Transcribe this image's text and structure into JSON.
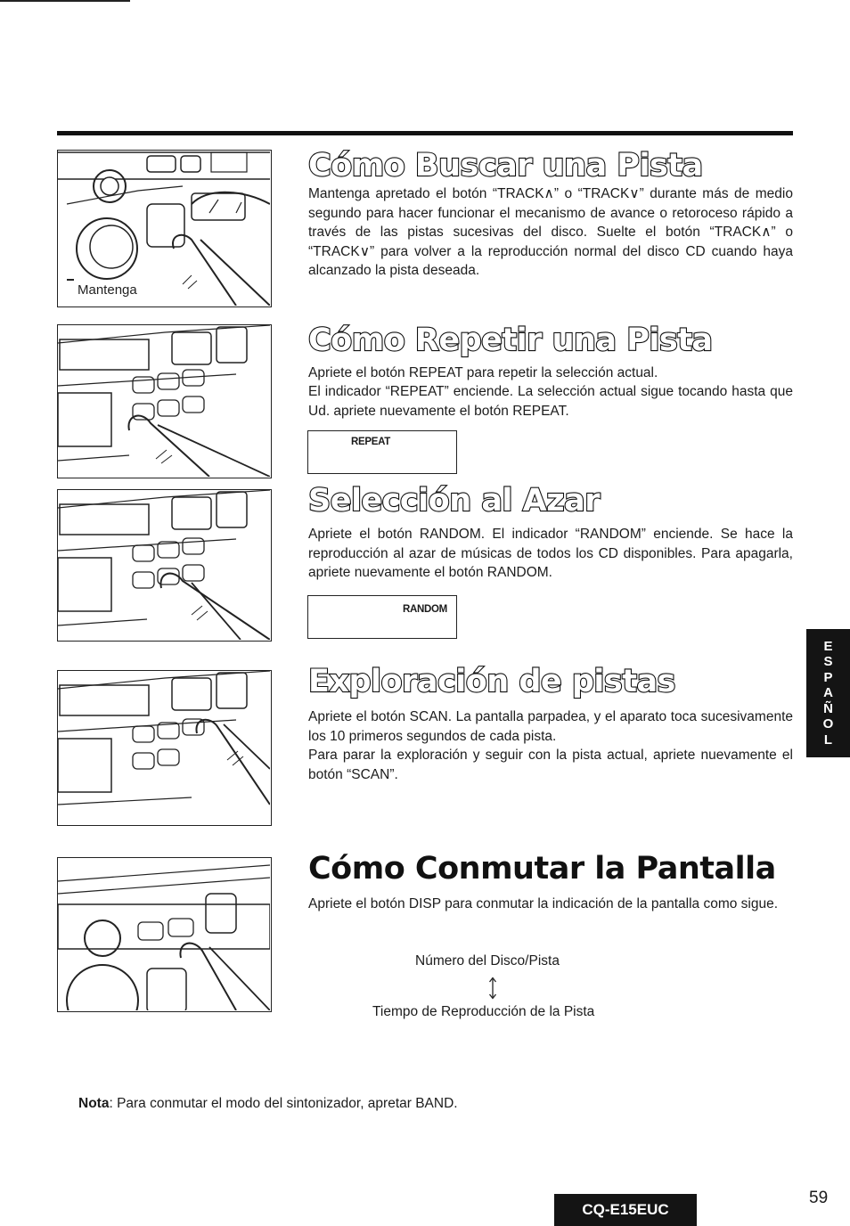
{
  "sections": [
    {
      "title": "Cómo Buscar una Pista",
      "body": "Mantenga apretado el botón “TRACK∧” o “TRACK∨” durante más de medio segundo para hacer funcionar el mecanismo de avance o retoroceso rápido a través de las pistas sucesivas del disco. Suelte el botón “TRACK∧” o “TRACK∨” para volver a la reproducción normal del disco CD cuando haya alcanzado la pista deseada.",
      "figure_caption": "Mantenga"
    },
    {
      "title": "Cómo Repetir una Pista",
      "body_lines": [
        "Apriete el botón REPEAT para repetir la selección actual.",
        "El indicador “REPEAT” enciende. La selección actual sigue tocando hasta que Ud. apriete nuevamente el botón REPEAT."
      ],
      "indicator": "REPEAT"
    },
    {
      "title": "Selección al Azar",
      "body": "Apriete el botón RANDOM. El indicador “RANDOM” enciende. Se hace la reproducción al azar de músicas de todos los CD disponibles. Para apagarla, apriete nuevamente el botón RANDOM.",
      "indicator": "RANDOM"
    },
    {
      "title": "Exploración de pistas",
      "body_lines": [
        "Apriete el botón SCAN. La pantalla parpadea, y el aparato toca sucesivamente los 10 primeros segundos de cada pista.",
        "Para parar la exploración y seguir con la pista actual, apriete nuevamente el botón “SCAN”."
      ]
    },
    {
      "title": "Cómo Conmutar la Pantalla",
      "body": "Apriete el botón DISP para conmutar la indicación de la pantalla como sigue.",
      "display_sequence": [
        "Número del Disco/Pista",
        "Tiempo de Reproducción de la Pista"
      ]
    }
  ],
  "side_tab": [
    "E",
    "S",
    "P",
    "A",
    "Ñ",
    "O",
    "L"
  ],
  "note": {
    "label": "Nota",
    "text": ": Para conmutar el modo del sintonizador, apretar BAND."
  },
  "model": "CQ-E15EUC",
  "page_number": "59"
}
